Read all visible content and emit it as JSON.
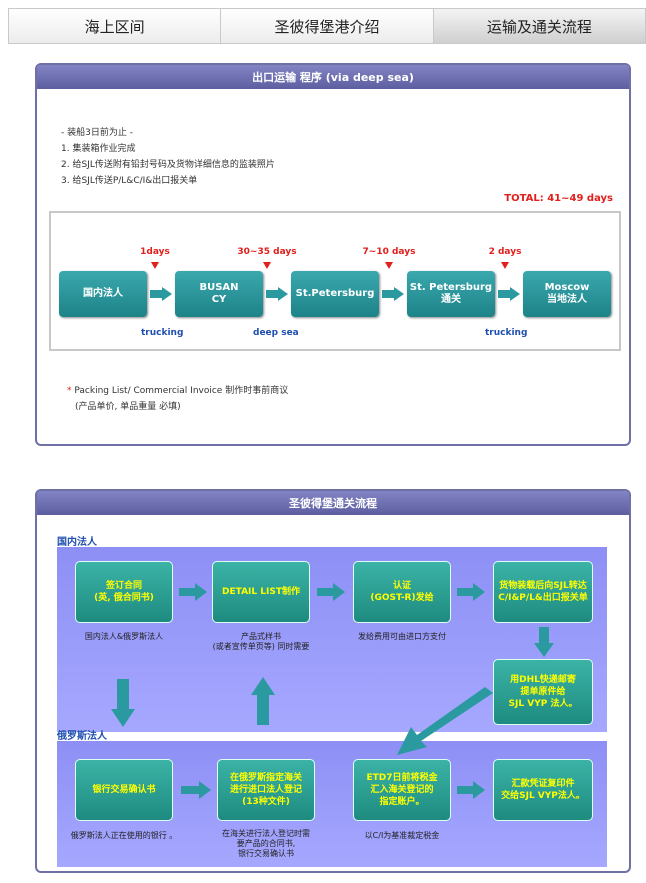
{
  "tabs": [
    {
      "label": "海上区间"
    },
    {
      "label": "圣彼得堡港介绍"
    },
    {
      "label": "运输及通关流程"
    }
  ],
  "export_panel": {
    "title": "出口运输 程序 (via deep sea)",
    "notes": [
      "- 装船3日前为止 -",
      "1. 集装箱作业完成",
      "2. 给SJL传送附有铅封号码及货物详细信息的监装照片",
      "3. 给SJL传送P/L&C/I&出口报关单"
    ],
    "total": "TOTAL: 41~49 days",
    "steps": [
      "国内法人",
      "BUSAN\nCY",
      "St.Petersburg",
      "St. Petersburg\n通关",
      "Moscow\n当地法人"
    ],
    "durations": [
      "1days",
      "30~35 days",
      "7~10 days",
      "2 days"
    ],
    "modes": [
      "trucking",
      "deep sea",
      "trucking"
    ],
    "footnote_line1": "Packing List/ Commercial Invoice 制作时事前商议",
    "footnote_line2": "(产品单价, 单品重量 必填)",
    "footnote_mark": "*"
  },
  "customs_panel": {
    "title": "圣彼得堡通关流程",
    "zone_domestic": "国内法人",
    "zone_russia": "俄罗斯法人",
    "boxes": {
      "contract": "签订合同\n(英, 俄合同书)",
      "detail": "DETAIL LIST制作",
      "gost": "认证\n(GOST-R)发给",
      "ship": "货物装载后向SJL转达\nC/I&P/L&出口报关单",
      "dhl": "用DHL快递邮寄\n提单原件给\nSJL VYP 法人。",
      "bank": "银行交易确认书",
      "register": "在俄罗斯指定海关\n进行进口法人登记\n(13种文件)",
      "etd": "ETD7日前将税金\n汇入海关登记的\n指定账户。",
      "remit": "汇款凭证复印件\n交给SJL VYP法人。"
    },
    "captions": {
      "contract": "国内法人&俄罗斯法人",
      "detail": "产品式样书\n(或者宣传单页等) 同时需要",
      "gost": "发给费用可由进口方支付",
      "bank": "俄罗斯法人正在使用的银行 。",
      "register": "在海关进行法人登记时需\n要产品的合同书,\n银行交易确认书",
      "etd": "以C/I为基准裁定税金"
    }
  }
}
